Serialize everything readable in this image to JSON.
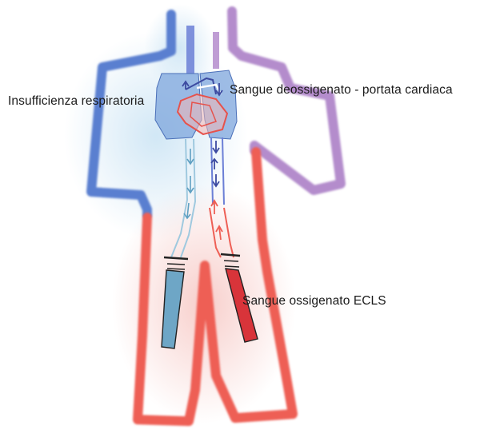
{
  "labels": {
    "respiratory_failure": "Insufficienza respiratoria",
    "deoxygenated_blood": "Sangue deossigenato - portata cardiaca",
    "oxygenated_blood": "Sangue ossigenato ECLS"
  },
  "colors": {
    "blue": "#5a7fd0",
    "pale_blue_glow": "#cfe6f5",
    "purple": "#b48ccc",
    "red": "#ee5f55",
    "teal_cannula": "#6ea6c6",
    "dark_red_cannula": "#d8343a",
    "navy_arrows": "#3c4aa0"
  }
}
